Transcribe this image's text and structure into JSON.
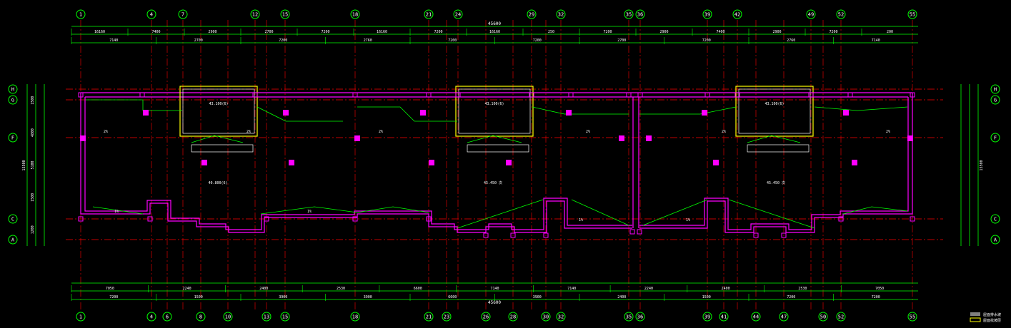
{
  "colors": {
    "background": "#000000",
    "axis_line": "#ff0000",
    "dimension": "#00ff00",
    "wall": "#ff00ff",
    "text": "#ffffff",
    "yellow": "#ffff00",
    "column_fill": "#ff00ff",
    "legend_gray": "#808080"
  },
  "top_axes": [
    "1",
    "4",
    "7",
    "12",
    "15",
    "18",
    "21",
    "24",
    "29",
    "32",
    "35",
    "36",
    "39",
    "42",
    "49",
    "52",
    "55"
  ],
  "bottom_axes": [
    "1",
    "4",
    "6",
    "8",
    "10",
    "13",
    "15",
    "18",
    "21",
    "23",
    "26",
    "28",
    "30",
    "32",
    "35",
    "36",
    "39",
    "41",
    "44",
    "47",
    "50",
    "52",
    "55"
  ],
  "row_axes_left": [
    "H",
    "G",
    "F",
    "C",
    "A"
  ],
  "row_axes_right": [
    "H",
    "G",
    "F",
    "C",
    "A"
  ],
  "overall_length": "45600",
  "top_dim_row1": [
    "16160",
    "7400",
    "2900",
    "2700",
    "7200",
    "16160",
    "7200",
    "16160",
    "250",
    "7200",
    "2900",
    "7400",
    "2900",
    "7200",
    "200"
  ],
  "top_dim_row2": [
    "7140",
    "2700",
    "7200",
    "2760",
    "7200",
    "7200",
    "2700",
    "7200",
    "2760",
    "7140"
  ],
  "bottom_dim_row1": [
    "7050",
    "2240",
    "2400",
    "2530",
    "6600",
    "7140",
    "7140",
    "2240",
    "2400",
    "2530",
    "7050"
  ],
  "bottom_dim_row2": [
    "7200",
    "1500",
    "3900",
    "3900",
    "6600",
    "3900",
    "2400",
    "1500",
    "7200",
    "7200"
  ],
  "left_dim": [
    "1500",
    "4800",
    "5100",
    "1500",
    "1200"
  ],
  "left_total": "15500",
  "right_total": "15500",
  "room_labels": [
    "43.100(6)",
    "43.100(6)",
    "43.100(6)",
    "40.800(6)",
    "45.450 次",
    "45.450 次"
  ],
  "slope_labels": [
    "2%",
    "2%",
    "2%",
    "2%",
    "2%",
    "2%",
    "1%",
    "1%",
    "1%",
    "1%"
  ],
  "legend": {
    "item1": "屋面排水坡",
    "item2": "屋面找坡层"
  }
}
